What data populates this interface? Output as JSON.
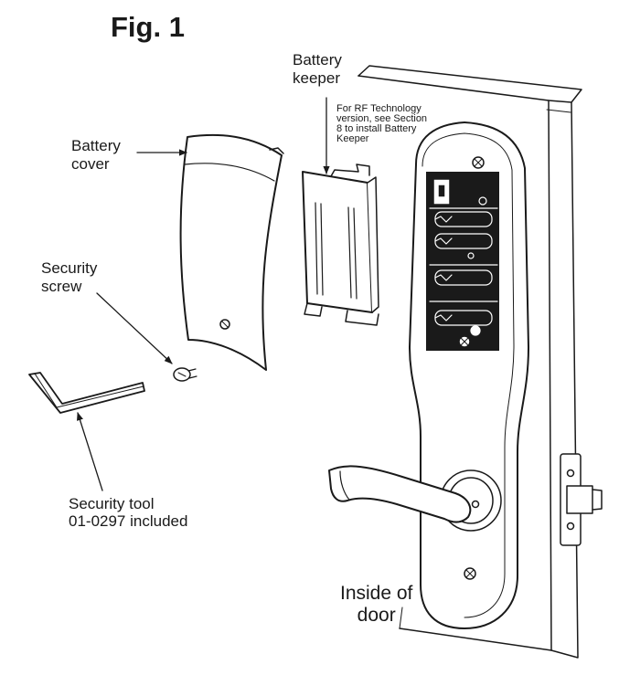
{
  "figure": {
    "title": "Fig. 1",
    "labels": {
      "battery_keeper": [
        "Battery",
        "keeper"
      ],
      "rf_note": [
        "For RF Technology",
        "version, see Section",
        "8 to install Battery",
        "Keeper"
      ],
      "battery_cover": [
        "Battery",
        "cover"
      ],
      "security_screw": [
        "Security",
        "screw"
      ],
      "security_tool": [
        "Security tool",
        "01-0297 included"
      ],
      "inside_of_door": [
        "Inside of",
        "door"
      ]
    }
  }
}
